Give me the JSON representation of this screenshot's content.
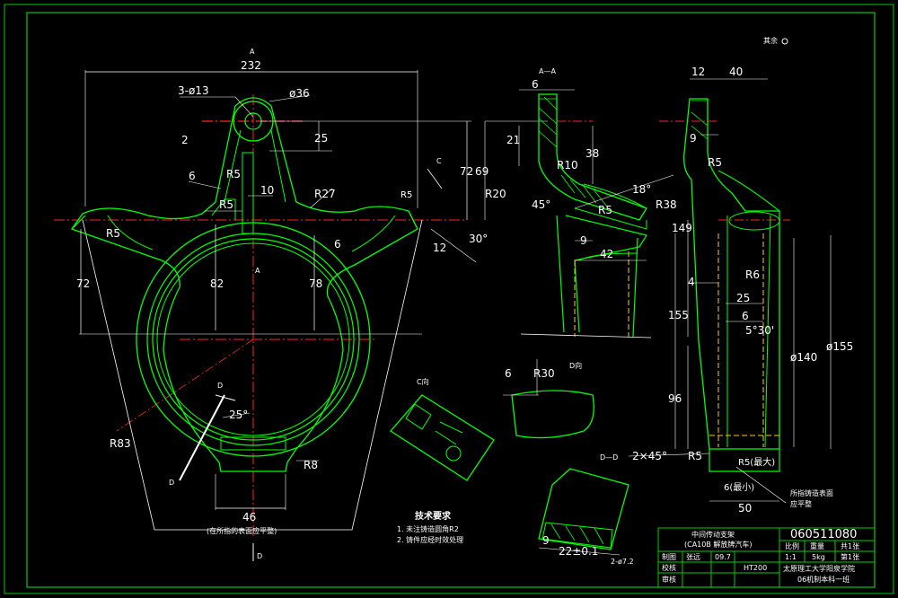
{
  "drawing": {
    "rough_mark": "其余",
    "section_aa": "A—A",
    "view_c": "C向",
    "view_d": "D向",
    "view_dd": "D—D",
    "label_a": "A",
    "label_c": "C",
    "label_d": "D"
  },
  "front_view": {
    "dim_232": "232",
    "dim_holes": "3-ø13",
    "dim_36": "ø36",
    "dim_2": "2",
    "dim_25": "25",
    "dim_72a": "72",
    "dim_69": "69",
    "dim_r5a": "R5",
    "dim_6a": "6",
    "dim_10": "10",
    "dim_r5b": "R5",
    "dim_r27": "R27",
    "dim_r5c": "R5",
    "dim_12": "12",
    "dim_30": "30°",
    "dim_r5d": "R5",
    "dim_72b": "72",
    "dim_82": "82",
    "dim_78": "78",
    "dim_6b": "6",
    "dim_25deg": "25°",
    "dim_r83": "R83",
    "dim_r8": "R8",
    "dim_46": "46",
    "note_plane": "(在所指的表面应平整)"
  },
  "section_view": {
    "dim_6": "6",
    "dim_21": "21",
    "dim_38": "38",
    "dim_r10": "R10",
    "dim_r20": "R20",
    "dim_45": "45°",
    "dim_18": "18°",
    "dim_r38": "R38",
    "dim_r5": "R5",
    "dim_9": "9",
    "dim_42": "42"
  },
  "side_view": {
    "dim_12": "12",
    "dim_40": "40",
    "dim_9": "9",
    "dim_r5a": "R5",
    "dim_149": "149",
    "dim_r6": "R6",
    "dim_4": "4",
    "dim_25": "25",
    "dim_155": "155",
    "dim_6": "6",
    "dim_5x30": "5°30'",
    "dim_140": "ø140",
    "dim_155d": "ø155",
    "dim_96": "96",
    "dim_2x45": "2×45°",
    "dim_r5b": "R5",
    "dim_r5max": "R5(最大)",
    "dim_6min": "6(最小)",
    "dim_50": "50",
    "note_surface": "所指铸造表面",
    "note_surface2": "应平整"
  },
  "detail_views": {
    "dim_6": "6",
    "dim_r30": "R30",
    "dim_9": "9",
    "dim_22": "22±0.1",
    "dim_bore": "2-ø7.2"
  },
  "tech_requirements": {
    "heading": "技术要求",
    "item1": "1. 未注铸造圆角R2",
    "item2": "2. 铸件应经时效处理"
  },
  "title_block": {
    "drawing_no": "060511080",
    "part_name": "中间传动支架",
    "part_sub": "(CA10B 解放牌汽车)",
    "col_scale": "比例",
    "col_weight": "重量",
    "col_sheets": "共1张",
    "scale": "1:1",
    "weight": "5kg",
    "sheet": "第1张",
    "row_draw": "制图",
    "drawer": "张远",
    "date": "09.7",
    "row_check": "校核",
    "row_review": "审核",
    "material": "HT200",
    "school": "太原理工大学阳泉学院",
    "class": "06机制本科一班"
  }
}
